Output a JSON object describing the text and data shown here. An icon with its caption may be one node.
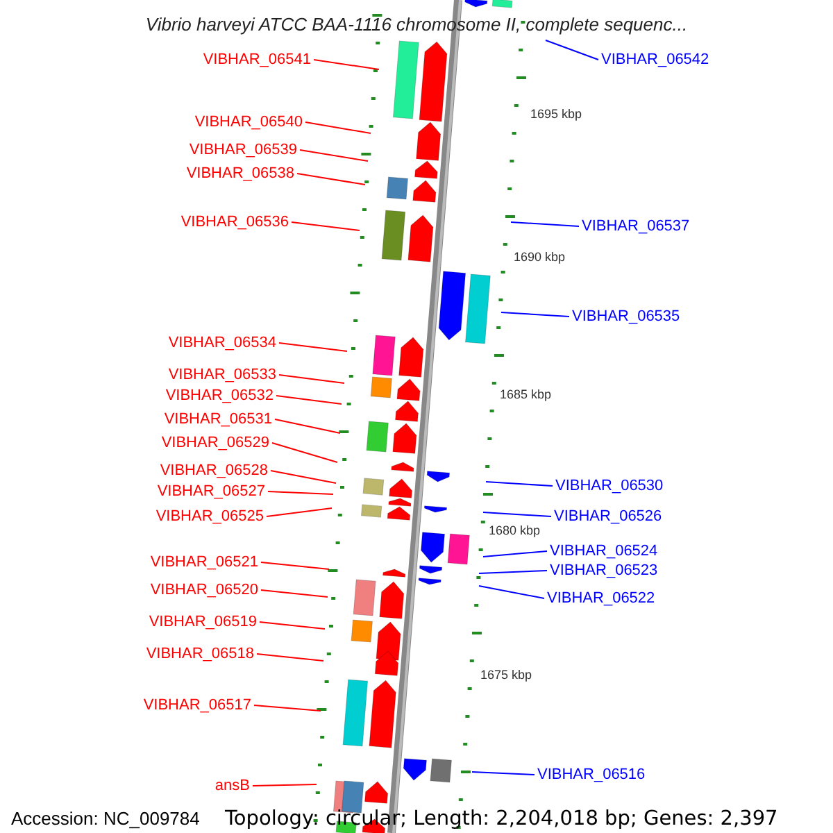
{
  "diagram": {
    "title": "Vibrio harveyi ATCC BAA-1116 chromosome II, complete sequenc...",
    "nodes": [
      {
        "text": [
          "VIBHAR_06541"
        ]
      },
      {
        "text": [
          "VIBHAR_06542"
        ]
      },
      {
        "text": [
          "VIBHAR_06540"
        ]
      },
      {
        "text": [
          "VIBHAR_06539"
        ]
      },
      {
        "text": [
          "VIBHAR_06538"
        ]
      },
      {
        "text": [
          "VIBHAR_06536"
        ]
      },
      {
        "text": [
          "VIBHAR_06537"
        ]
      },
      {
        "text": [
          "VIBHAR_06535"
        ]
      },
      {
        "text": [
          "VIBHAR_06534"
        ]
      },
      {
        "text": [
          "VIBHAR_06533"
        ]
      },
      {
        "text": [
          "VIBHAR_06532"
        ]
      },
      {
        "text": [
          "VIBHAR_06531"
        ]
      },
      {
        "text": [
          "VIBHAR_06529"
        ]
      },
      {
        "text": [
          "VIBHAR_06528"
        ]
      },
      {
        "text": [
          "VIBHAR_06530"
        ]
      },
      {
        "text": [
          "VIBHAR_06527"
        ]
      },
      {
        "text": [
          "VIBHAR_06525"
        ]
      },
      {
        "text": [
          "VIBHAR_06526"
        ]
      },
      {
        "text": [
          "VIBHAR_06524"
        ]
      },
      {
        "text": [
          "VIBHAR_06521"
        ]
      },
      {
        "text": [
          "VIBHAR_06523"
        ]
      },
      {
        "text": [
          "VIBHAR_06520"
        ]
      },
      {
        "text": [
          "VIBHAR_06522"
        ]
      },
      {
        "text": [
          "VIBHAR_06519"
        ]
      },
      {
        "text": [
          "VIBHAR_06518"
        ]
      },
      {
        "text": [
          "VIBHAR_06517"
        ]
      },
      {
        "text": [
          "VIBHAR_06516"
        ]
      },
      {
        "text": [
          "ansB"
        ]
      }
    ],
    "edges": [
      {
        "from": 0,
        "to": null,
        "arrow": "none"
      },
      {
        "from": 1,
        "to": null,
        "arrow": "none",
        "color": "#0000ff"
      },
      {
        "from": 2,
        "to": null,
        "arrow": "none"
      },
      {
        "from": 3,
        "to": null,
        "arrow": "none"
      },
      {
        "from": 4,
        "to": null,
        "arrow": "none"
      },
      {
        "from": 5,
        "to": null,
        "arrow": "none"
      },
      {
        "from": 6,
        "to": null,
        "arrow": "none",
        "color": "#0000ff"
      },
      {
        "from": 7,
        "to": null,
        "arrow": "none",
        "color": "#0000ff"
      },
      {
        "from": 8,
        "to": null,
        "arrow": "none"
      },
      {
        "from": 9,
        "to": null,
        "arrow": "none"
      },
      {
        "from": 10,
        "to": null,
        "arrow": "none"
      },
      {
        "from": 11,
        "to": null,
        "arrow": "none"
      },
      {
        "from": 12,
        "to": null,
        "arrow": "none"
      },
      {
        "from": 13,
        "to": null,
        "arrow": "none"
      },
      {
        "from": 14,
        "to": null,
        "arrow": "none",
        "color": "#0000ff"
      },
      {
        "from": 15,
        "to": null,
        "arrow": "none"
      },
      {
        "from": 16,
        "to": null,
        "arrow": "none"
      },
      {
        "from": 17,
        "to": null,
        "arrow": "none",
        "color": "#0000ff"
      },
      {
        "from": 18,
        "to": null,
        "arrow": "none",
        "color": "#0000ff"
      },
      {
        "from": 19,
        "to": null,
        "arrow": "none"
      },
      {
        "from": 20,
        "to": null,
        "arrow": "none",
        "color": "#0000ff"
      },
      {
        "from": 21,
        "to": null,
        "arrow": "none"
      },
      {
        "from": 22,
        "to": null,
        "arrow": "none",
        "color": "#0000ff"
      },
      {
        "from": 23,
        "to": null,
        "arrow": "none"
      },
      {
        "from": 24,
        "to": null,
        "arrow": "none"
      },
      {
        "from": 25,
        "to": null,
        "arrow": "none"
      },
      {
        "from": 26,
        "to": null,
        "arrow": "none",
        "color": "#0000ff"
      },
      {
        "from": 27,
        "to": null,
        "arrow": "none"
      }
    ],
    "labels": [
      "1695 kbp",
      "1690 kbp",
      "1685 kbp",
      "1680 kbp",
      "1675 kbp",
      "Accession: NC_009784",
      "Topology: circular; Length: 2,204,018 bp; Genes: 2,397"
    ]
  }
}
